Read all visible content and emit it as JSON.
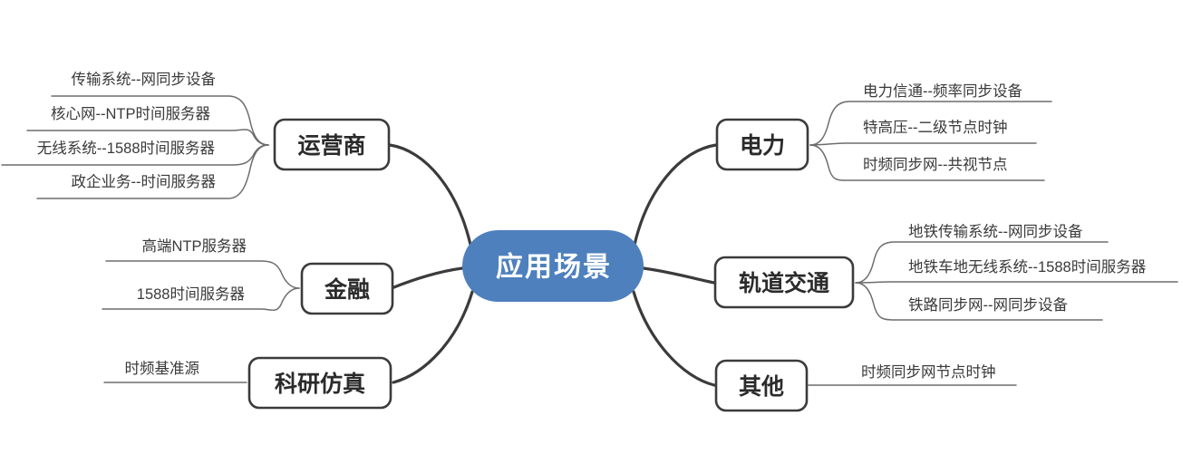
{
  "diagram": {
    "type": "mindmap",
    "title": "应用场景",
    "center": {
      "label": "应用场景",
      "fill_color": "#4e80bd",
      "text_color": "#ffffff"
    },
    "style": {
      "branch_stroke": "#3b3b3b",
      "leaf_stroke": "#6d6d6d",
      "node_border": "#3b3b3b",
      "node_fill": "#ffffff",
      "node_text": "#2b2b2b",
      "leaf_text": "#3a3a3a",
      "background": "#ffffff"
    },
    "branches": [
      {
        "id": "operator",
        "label": "运营商",
        "side": "left",
        "leaves": [
          "传输系统--网同步设备",
          "核心网--NTP时间服务器",
          "无线系统--1588时间服务器",
          "政企业务--时间服务器"
        ]
      },
      {
        "id": "finance",
        "label": "金融",
        "side": "left",
        "leaves": [
          "高端NTP服务器",
          "1588时间服务器"
        ]
      },
      {
        "id": "research",
        "label": "科研仿真",
        "side": "left",
        "leaves": [
          "时频基准源"
        ]
      },
      {
        "id": "power",
        "label": "电力",
        "side": "right",
        "leaves": [
          "电力信通--频率同步设备",
          "特高压--二级节点时钟",
          "时频同步网--共视节点"
        ]
      },
      {
        "id": "rail",
        "label": "轨道交通",
        "side": "right",
        "leaves": [
          "地铁传输系统--网同步设备",
          "地铁车地无线系统--1588时间服务器",
          "铁路同步网--网同步设备"
        ]
      },
      {
        "id": "other",
        "label": "其他",
        "side": "right",
        "leaves": [
          "时频同步网节点时钟"
        ]
      }
    ]
  }
}
